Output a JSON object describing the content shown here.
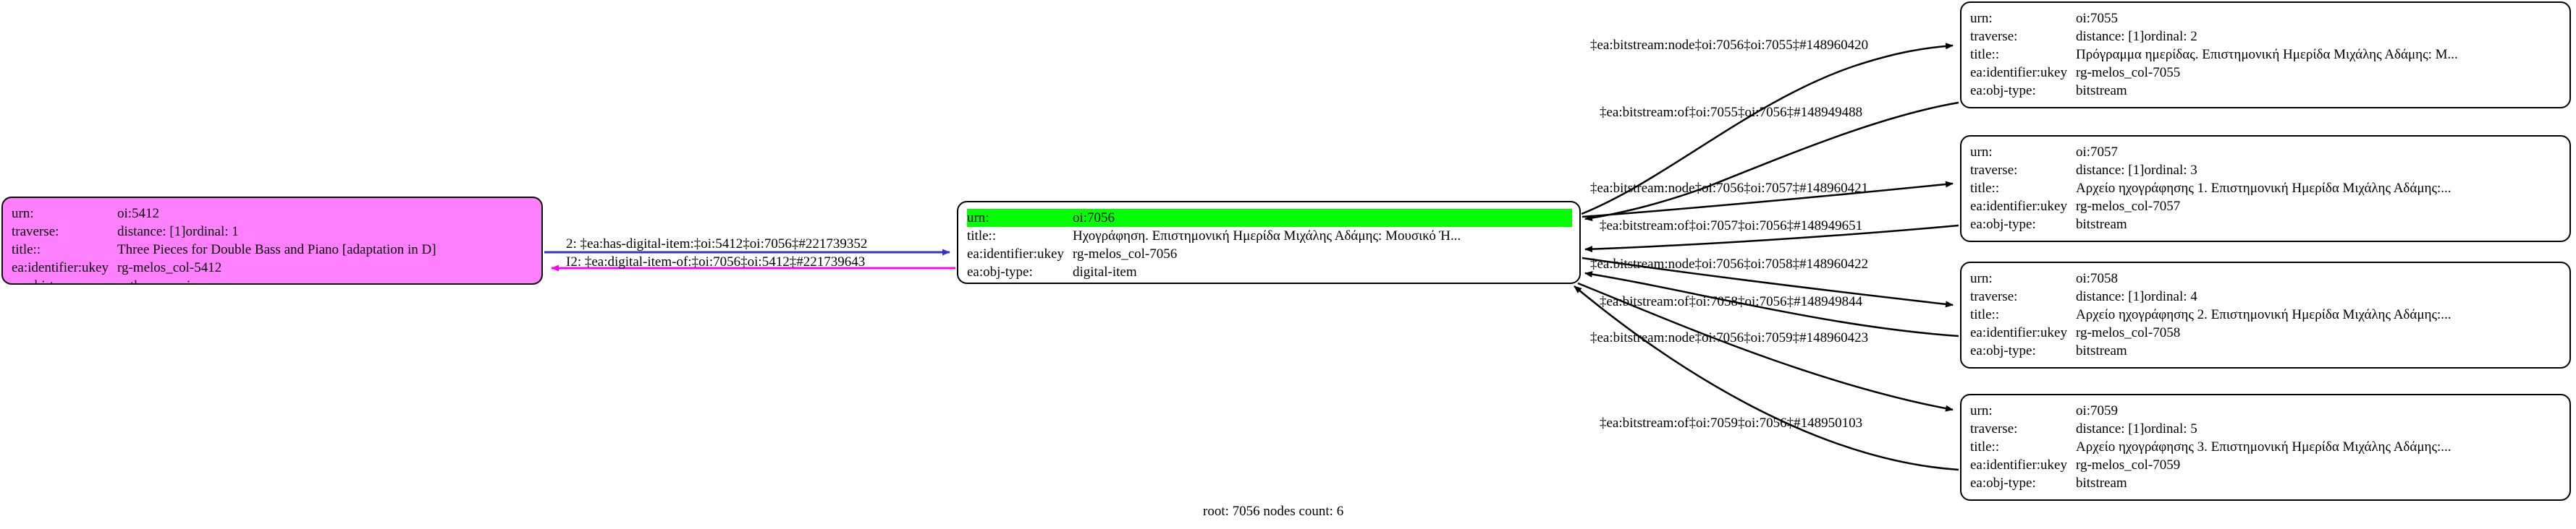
{
  "graph": {
    "caption": "root: 7056 nodes count: 6",
    "colors": {
      "root_highlight": "#00ff00",
      "expression_node": "#ff80ff",
      "default_node": "#ffffff",
      "edge": "#000000",
      "edge_blue": "#3333cc",
      "edge_magenta": "#ff00ff"
    },
    "field_labels": {
      "urn": "urn:",
      "traverse": "traverse:",
      "title": "title::",
      "ukey": "ea:identifier:ukey",
      "objtype": "ea:obj-type:"
    }
  },
  "nodes": [
    {
      "id": "5412",
      "urn": "oi:5412",
      "traverse_distance": "distance: [1]",
      "traverse_ordinal": "ordinal: 1",
      "title": "Three Pieces for Double Bass and Piano [adaptation in D]",
      "ukey": "rg-melos_col-5412",
      "objtype": "auth-expression"
    },
    {
      "id": "7056",
      "urn": "oi:7056",
      "title": "Ηχογράφηση. Επιστημονική Ημερίδα Μιχάλης Αδάμης: Μουσικό Ή...",
      "ukey": "rg-melos_col-7056",
      "objtype": "digital-item"
    },
    {
      "id": "7055",
      "urn": "oi:7055",
      "traverse_distance": "distance: [1]",
      "traverse_ordinal": "ordinal: 2",
      "title": "Πρόγραμμα ημερίδας. Επιστημονική Ημερίδα Μιχάλης Αδάμης: Μ...",
      "ukey": "rg-melos_col-7055",
      "objtype": "bitstream"
    },
    {
      "id": "7057",
      "urn": "oi:7057",
      "traverse_distance": "distance: [1]",
      "traverse_ordinal": "ordinal: 3",
      "title": "Αρχείο ηχογράφησης 1. Επιστημονική Ημερίδα Μιχάλης Αδάμης:...",
      "ukey": "rg-melos_col-7057",
      "objtype": "bitstream"
    },
    {
      "id": "7058",
      "urn": "oi:7058",
      "traverse_distance": "distance: [1]",
      "traverse_ordinal": "ordinal: 4",
      "title": "Αρχείο ηχογράφησης 2. Επιστημονική Ημερίδα Μιχάλης Αδάμης:...",
      "ukey": "rg-melos_col-7058",
      "objtype": "bitstream"
    },
    {
      "id": "7059",
      "urn": "oi:7059",
      "traverse_distance": "distance: [1]",
      "traverse_ordinal": "ordinal: 5",
      "title": "Αρχείο ηχογράφησης 3. Επιστημονική Ημερίδα Μιχάλης Αδάμης:...",
      "ukey": "rg-melos_col-7059",
      "objtype": "bitstream"
    }
  ],
  "edges": [
    {
      "id": "e1",
      "label": "2: ‡ea:has-digital-item:‡oi:5412‡oi:7056‡#221739352"
    },
    {
      "id": "e2",
      "label": "I2: ‡ea:digital-item-of:‡oi:7056‡oi:5412‡#221739643"
    },
    {
      "id": "e3",
      "label": "‡ea:bitstream:node‡oi:7056‡oi:7055‡#148960420"
    },
    {
      "id": "e4",
      "label": "‡ea:bitstream:of‡oi:7055‡oi:7056‡#148949488"
    },
    {
      "id": "e5",
      "label": "‡ea:bitstream:node‡oi:7056‡oi:7057‡#148960421"
    },
    {
      "id": "e6",
      "label": "‡ea:bitstream:of‡oi:7057‡oi:7056‡#148949651"
    },
    {
      "id": "e7",
      "label": "‡ea:bitstream:node‡oi:7056‡oi:7058‡#148960422"
    },
    {
      "id": "e8",
      "label": "‡ea:bitstream:of‡oi:7058‡oi:7056‡#148949844"
    },
    {
      "id": "e9",
      "label": "‡ea:bitstream:node‡oi:7056‡oi:7059‡#148960423"
    },
    {
      "id": "e10",
      "label": "‡ea:bitstream:of‡oi:7059‡oi:7056‡#148950103"
    }
  ]
}
